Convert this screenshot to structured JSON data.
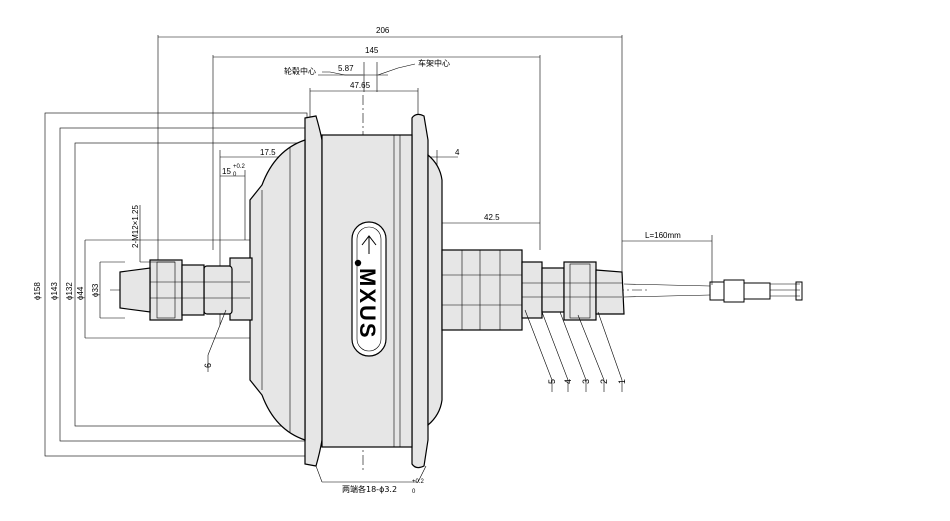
{
  "dimensions": {
    "overall_width": "206",
    "flange_width": "145",
    "center_offset": "5.87",
    "flange_spacing": "47.65",
    "width_17_5": "17.5",
    "width_15": "15",
    "tolerance_upper": "+0.2",
    "tolerance_lower": "0",
    "flange_thickness": "4",
    "axle_length": "42.5",
    "cable_length": "L=160mm",
    "dia_158": "ϕ158",
    "dia_143": "ϕ143",
    "dia_132": "ϕ132",
    "dia_44": "ϕ44",
    "dia_33": "ϕ33",
    "thread": "2-M12×1.25"
  },
  "labels": {
    "hub_center": "轮毂中心",
    "frame_center": "车架中心",
    "spoke_holes": "两端各18-ϕ3.2",
    "spoke_tol_upper": "+0.2",
    "spoke_tol_lower": "0",
    "logo": "MXUS"
  },
  "callouts": [
    "5",
    "4",
    "3",
    "2",
    "1",
    "6"
  ],
  "colors": {
    "line": "#000000",
    "hub_fill": "#e6e6e6",
    "background": "#ffffff"
  }
}
